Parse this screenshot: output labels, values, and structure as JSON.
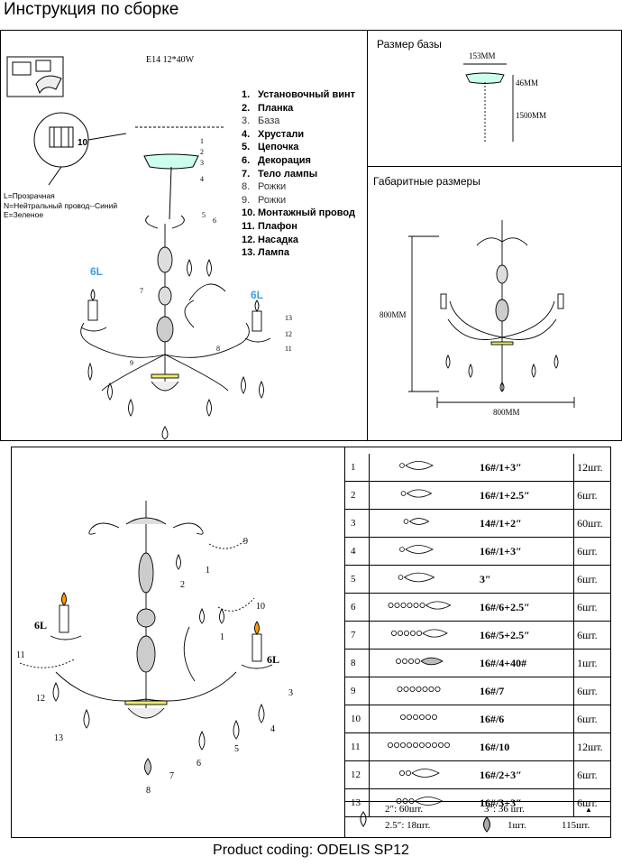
{
  "header": {
    "title": "Инструкция по сборке"
  },
  "lamp_spec": "E14   12*40W",
  "parts_list": [
    {
      "num": "1.",
      "label": "Установочный винт",
      "bold": true
    },
    {
      "num": "2.",
      "label": "Планка",
      "bold": true
    },
    {
      "num": "3.",
      "label": "База",
      "bold": false
    },
    {
      "num": "4.",
      "label": "Хрустали",
      "bold": true
    },
    {
      "num": "5.",
      "label": "Цепочка",
      "bold": true
    },
    {
      "num": "6.",
      "label": "Декорация",
      "bold": true
    },
    {
      "num": "7.",
      "label": "Тело лампы",
      "bold": true
    },
    {
      "num": "8.",
      "label": "Рожки",
      "bold": false
    },
    {
      "num": "9.",
      "label": "Рожки",
      "bold": false
    },
    {
      "num": "10.",
      "label": "Монтажный провод",
      "bold": true
    },
    {
      "num": "11.",
      "label": "Плафон",
      "bold": true
    },
    {
      "num": "12.",
      "label": "Насадка",
      "bold": true
    },
    {
      "num": "13.",
      "label": "Лампа",
      "bold": true
    }
  ],
  "wiring_legend": [
    "L=Прозрачная",
    "N=Нейтральный провод--Синий",
    "E=Зеленое"
  ],
  "diagram_labels": {
    "six_l_left": "6L",
    "six_l_right": "6L",
    "terminal": "10",
    "callouts_top": [
      "1",
      "2",
      "3",
      "4",
      "5",
      "6",
      "7",
      "8",
      "9",
      "13",
      "12",
      "11"
    ],
    "callouts_bottom": [
      "9",
      "1",
      "2",
      "10",
      "1",
      "6L",
      "6L",
      "11",
      "12",
      "13",
      "3",
      "4",
      "5",
      "6",
      "7",
      "8"
    ]
  },
  "base_size": {
    "heading": "Размер базы",
    "width": "153MM",
    "height": "46MM",
    "chain": "1500MM"
  },
  "overall_size": {
    "heading": "Габаритные размеры",
    "height": "800MM",
    "width": "800MM"
  },
  "crystal_table": [
    {
      "no": "1",
      "code": "16#/1+3″",
      "qty": "12шт."
    },
    {
      "no": "2",
      "code": "16#/1+2.5″",
      "qty": "6шт."
    },
    {
      "no": "3",
      "code": "14#/1+2″",
      "qty": "60шт."
    },
    {
      "no": "4",
      "code": "16#/1+3″",
      "qty": "6шт."
    },
    {
      "no": "5",
      "code": "3″",
      "qty": "6шт."
    },
    {
      "no": "6",
      "code": "16#/6+2.5″",
      "qty": "6шт."
    },
    {
      "no": "7",
      "code": "16#/5+2.5″",
      "qty": "6шт."
    },
    {
      "no": "8",
      "code": "16#/4+40#",
      "qty": "1шт."
    },
    {
      "no": "9",
      "code": "16#/7",
      "qty": "6шт."
    },
    {
      "no": "10",
      "code": "16#/6",
      "qty": "6шт."
    },
    {
      "no": "11",
      "code": "16#/10",
      "qty": "12шт."
    },
    {
      "no": "12",
      "code": "16#/2+3″",
      "qty": "6шт."
    },
    {
      "no": "13",
      "code": "16#/3+3″",
      "qty": "6шт."
    }
  ],
  "totals": {
    "t1": "2″: 60шт.",
    "t2": "3″: 36 шт.",
    "t3": "2.5″: 18шт.",
    "t4": "1шт.",
    "t5": "115шт."
  },
  "footer": {
    "text": "Product coding: ODELIS SP12"
  }
}
